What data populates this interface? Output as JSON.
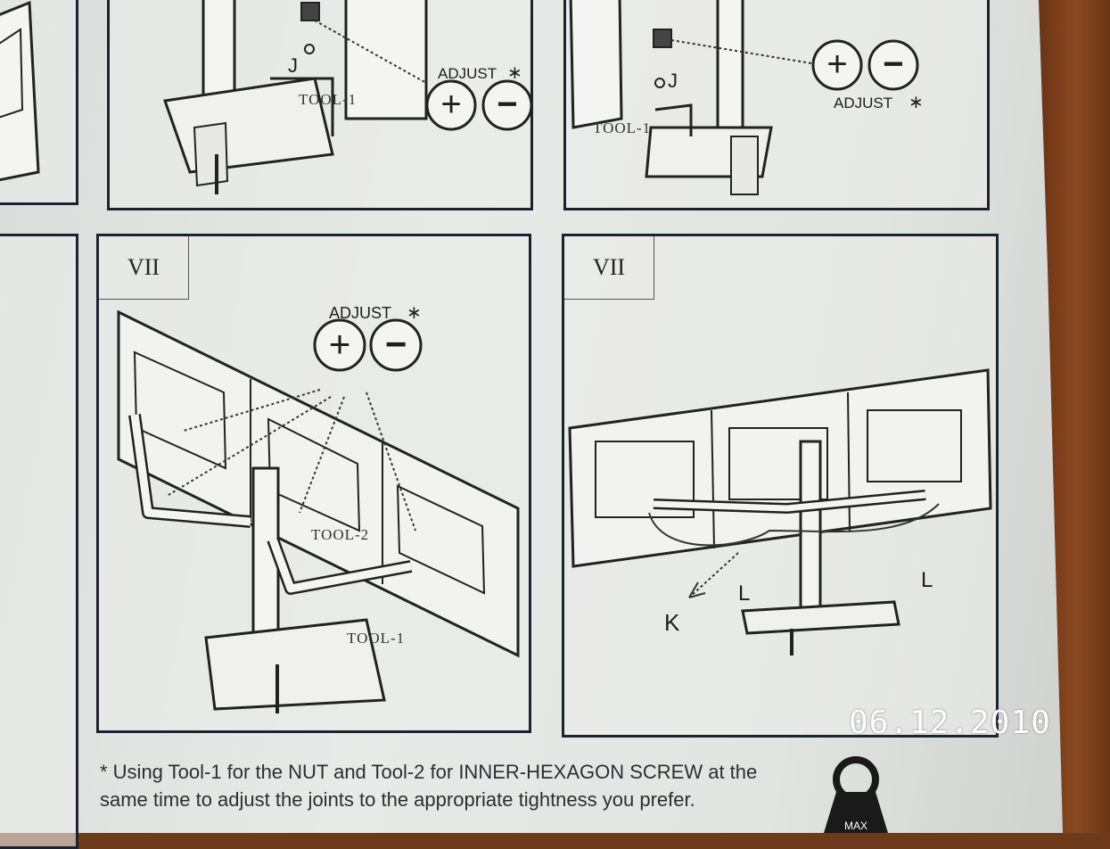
{
  "panels": {
    "top_left": {
      "adjust": "ADJUST",
      "asterisk": "∗",
      "part_j": "J",
      "tool": "TOOL-1"
    },
    "top_right": {
      "adjust": "ADJUST",
      "asterisk": "∗",
      "part_j": "J",
      "tool": "TOOL-1"
    },
    "bottom_left": {
      "label": "VII",
      "adjust": "ADJUST",
      "asterisk": "∗",
      "tool2": "TOOL-2",
      "tool1": "TOOL-1"
    },
    "bottom_right": {
      "label": "VII",
      "part_k": "K",
      "part_l1": "L",
      "part_l2": "L"
    }
  },
  "symbols": {
    "plus": "+",
    "minus": "−"
  },
  "date_stamp": "06.12.2010",
  "footnote": "* Using Tool-1 for the NUT and Tool-2 for INNER-HEXAGON SCREW at the same time to adjust the joints to the appropriate tightness you prefer.",
  "badge": "MAX",
  "colors": {
    "ink": "#1a2330",
    "paper": "#e3e5e2",
    "stamp": "#ffffff",
    "wood": "#6e3a1c"
  }
}
